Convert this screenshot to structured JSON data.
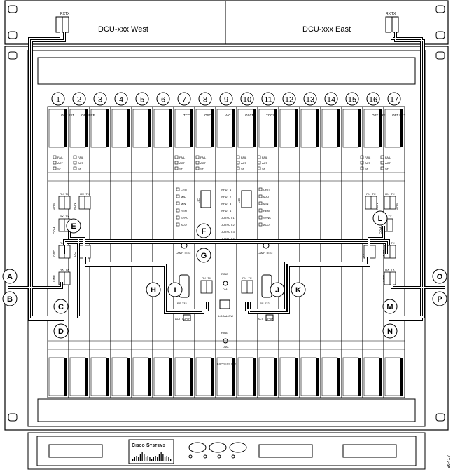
{
  "dcu_labels": {
    "west": "DCU-xxx West",
    "east": "DCU-xxx East"
  },
  "slots": [
    "1",
    "2",
    "3",
    "4",
    "5",
    "6",
    "7",
    "8",
    "9",
    "10",
    "11",
    "12",
    "13",
    "14",
    "15",
    "16",
    "17"
  ],
  "port_labels": {
    "rx": "RX",
    "tx": "TX"
  },
  "card_labels": {
    "opt_bst": "OPT BST",
    "opt_pre": "OPT PRE",
    "tcc2": "TCC2",
    "oscm": "OSCM",
    "aic": "AIC",
    "fail": "FAIL",
    "act": "ACT",
    "sf": "SF",
    "osc": "OSC",
    "com": "COM",
    "dc": "DC",
    "line": "LINE",
    "mon": "MON",
    "crit": "CRIT",
    "maj": "MAJ",
    "min": "MIN",
    "rem": "REM",
    "sync": "SYNC",
    "aco": "ACO",
    "lamp_test": "LAMP TEST",
    "rs232": "RS-232",
    "act_tcpip": "ACT TCP/IP",
    "ring": "RING",
    "dial": "DIAL",
    "local_ow": "LOCAL OW",
    "express_ow": "EXPRESS OW",
    "lic": "LIC",
    "inputs": [
      "INPUT 1",
      "INPUT 2",
      "INPUT 3",
      "INPUT 4"
    ],
    "outputs": [
      "OUTPUT 1",
      "OUTPUT 2",
      "OUTPUT 3",
      "OUTPUT 4"
    ]
  },
  "callouts": [
    "A",
    "B",
    "C",
    "D",
    "E",
    "F",
    "G",
    "H",
    "I",
    "J",
    "K",
    "L",
    "M",
    "N",
    "O",
    "P"
  ],
  "brand": "Cisco Systems",
  "figure_id": "96417"
}
